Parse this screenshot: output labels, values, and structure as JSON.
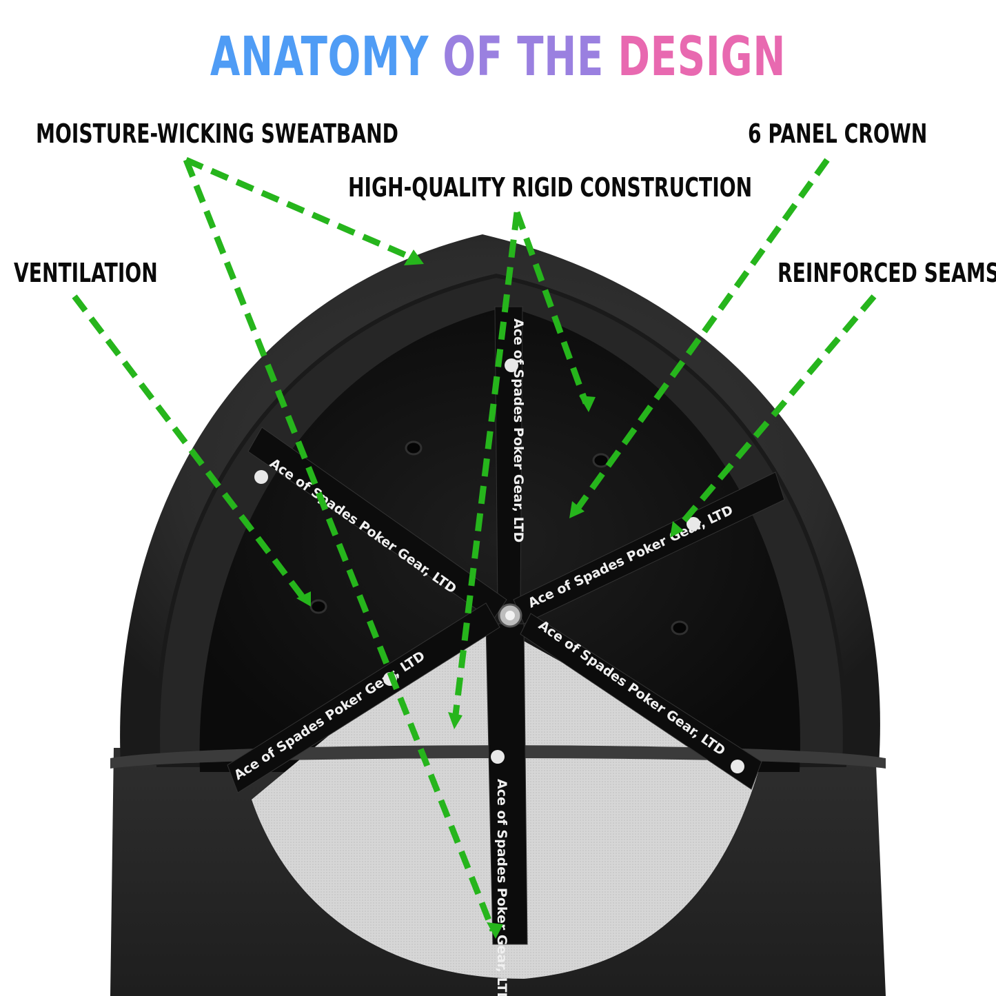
{
  "title": {
    "part1": "ANATOMY ",
    "part2": "OF THE ",
    "part3": "DESIGN"
  },
  "callouts": {
    "sweatband": "MOISTURE-WICKING SWEATBAND",
    "rigid": "HIGH-QUALITY RIGID CONSTRUCTION",
    "crown": "6 PANEL CROWN",
    "ventilation": "VENTILATION",
    "seams": "REINFORCED SEAMS"
  },
  "tape_text": "Ace of Spades Poker Gear, LTD",
  "colors": {
    "leader": "#26b51c",
    "title_blue": "#4f9cf5",
    "title_violet": "#9a80e0",
    "title_pink": "#e869b0",
    "cap": "#2a2a2a",
    "interior": "#141414",
    "mesh": "#cfcfcf",
    "tape": "#0c0c0c"
  },
  "image": {
    "subject": "cap-interior-photo",
    "icons": [
      "spade-icon"
    ]
  }
}
